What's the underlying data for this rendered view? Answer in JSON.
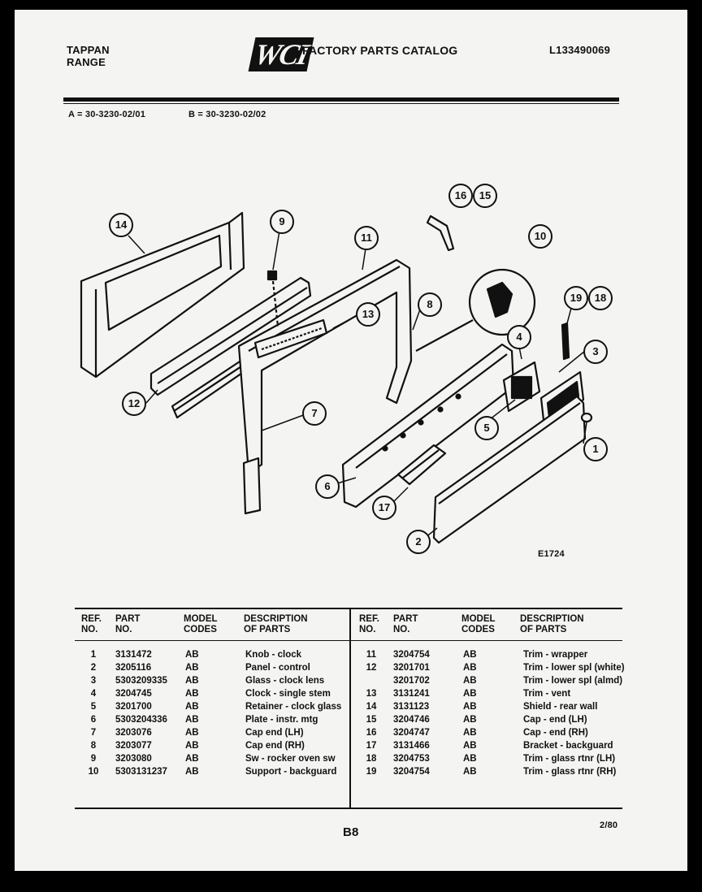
{
  "header": {
    "brand_line1": "TAPPAN",
    "brand_line2": "RANGE",
    "logo": "WCI",
    "catalog_title": "FACTORY PARTS CATALOG",
    "catalog_number": "L133490069",
    "model_a": "A = 30-3230-02/01",
    "model_b": "B = 30-3230-02/02"
  },
  "diagram": {
    "figure_id": "E1724",
    "callouts": [
      "14",
      "9",
      "11",
      "16",
      "15",
      "10",
      "8",
      "13",
      "19",
      "18",
      "4",
      "3",
      "12",
      "7",
      "5",
      "1",
      "6",
      "17",
      "2"
    ]
  },
  "table": {
    "headers": {
      "ref": "REF. NO.",
      "part": "PART NO.",
      "model": "MODEL CODES",
      "desc": "DESCRIPTION OF PARTS"
    },
    "left_rows": [
      {
        "ref": "1",
        "part": "3131472",
        "model": "AB",
        "desc": "Knob - clock"
      },
      {
        "ref": "2",
        "part": "3205116",
        "model": "AB",
        "desc": "Panel - control"
      },
      {
        "ref": "3",
        "part": "5303209335",
        "model": "AB",
        "desc": "Glass - clock lens"
      },
      {
        "ref": "4",
        "part": "3204745",
        "model": "AB",
        "desc": "Clock - single stem"
      },
      {
        "ref": "5",
        "part": "3201700",
        "model": "AB",
        "desc": "Retainer - clock glass"
      },
      {
        "ref": "6",
        "part": "5303204336",
        "model": "AB",
        "desc": "Plate - instr. mtg"
      },
      {
        "ref": "7",
        "part": "3203076",
        "model": "AB",
        "desc": "Cap end (LH)"
      },
      {
        "ref": "8",
        "part": "3203077",
        "model": "AB",
        "desc": "Cap end (RH)"
      },
      {
        "ref": "9",
        "part": "3203080",
        "model": "AB",
        "desc": "Sw - rocker oven sw"
      },
      {
        "ref": "10",
        "part": "5303131237",
        "model": "AB",
        "desc": "Support - backguard"
      }
    ],
    "right_rows": [
      {
        "ref": "11",
        "part": "3204754",
        "model": "AB",
        "desc": "Trim - wrapper"
      },
      {
        "ref": "12",
        "part": "3201701",
        "model": "AB",
        "desc": "Trim - lower spl (white)"
      },
      {
        "ref": "",
        "part": "3201702",
        "model": "AB",
        "desc": "Trim - lower spl (almd)"
      },
      {
        "ref": "13",
        "part": "3131241",
        "model": "AB",
        "desc": "Trim - vent"
      },
      {
        "ref": "14",
        "part": "3131123",
        "model": "AB",
        "desc": "Shield - rear wall"
      },
      {
        "ref": "15",
        "part": "3204746",
        "model": "AB",
        "desc": "Cap - end (LH)"
      },
      {
        "ref": "16",
        "part": "3204747",
        "model": "AB",
        "desc": "Cap - end (RH)"
      },
      {
        "ref": "17",
        "part": "3131466",
        "model": "AB",
        "desc": "Bracket - backguard"
      },
      {
        "ref": "18",
        "part": "3204753",
        "model": "AB",
        "desc": "Trim - glass rtnr (LH)"
      },
      {
        "ref": "19",
        "part": "3204754",
        "model": "AB",
        "desc": "Trim - glass rtnr (RH)"
      }
    ]
  },
  "footer": {
    "page": "B8",
    "date": "2/80"
  }
}
